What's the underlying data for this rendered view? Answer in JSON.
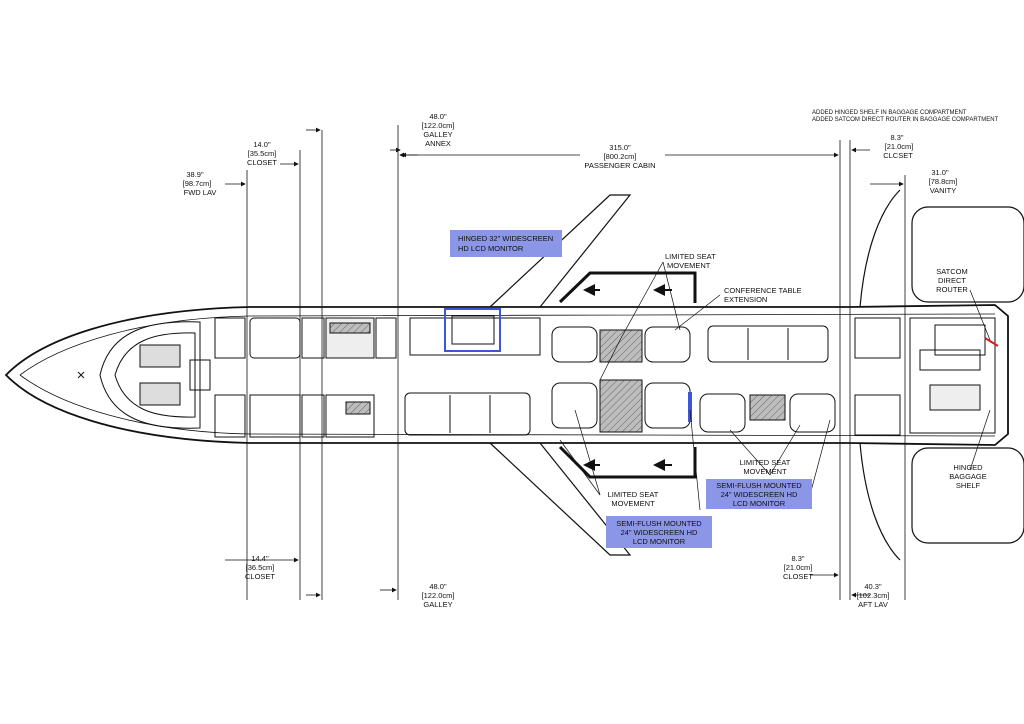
{
  "notes": {
    "line1": "ADDED HINGED SHELF IN BAGGAGE COMPARTMENT",
    "line2": "ADDED SATCOM DIRECT ROUTER IN BAGGAGE COMPARTMENT"
  },
  "dims_top": {
    "fwd_lav": {
      "v1": "38.9\"",
      "v2": "[98.7cm]",
      "v3": "FWD LAV"
    },
    "closet_fwd": {
      "v1": "14.0\"",
      "v2": "[35.5cm]",
      "v3": "CLOSET"
    },
    "galley_annex": {
      "v1": "48.0\"",
      "v2": "[122.0cm]",
      "v3": "GALLEY",
      "v4": "ANNEX"
    },
    "passenger_cabin": {
      "v1": "315.0\"",
      "v2": "[800.2cm]",
      "v3": "PASSENGER CABIN"
    },
    "closet_aft": {
      "v1": "8.3\"",
      "v2": "[21.0cm]",
      "v3": "CLCSET"
    },
    "vanity": {
      "v1": "31.0\"",
      "v2": "[78.8cm]",
      "v3": "VANITY"
    }
  },
  "dims_bottom": {
    "closet_fwd": {
      "v1": "14.4\"",
      "v2": "[36.5cm]",
      "v3": "CLOSET"
    },
    "galley": {
      "v1": "48.0\"",
      "v2": "[122.0cm]",
      "v3": "GALLEY"
    },
    "closet_aft": {
      "v1": "8.3\"",
      "v2": "[21.0cm]",
      "v3": "CLOSET"
    },
    "aft_lav": {
      "v1": "40.3\"",
      "v2": "[102.3cm]",
      "v3": "AFT LAV"
    }
  },
  "callouts": {
    "monitor32": {
      "l1": "HINGED 32\" WIDESCREEN",
      "l2": "HD LCD MONITOR"
    },
    "limited_top": {
      "l1": "LIMITED SEAT",
      "l2": "MOVEMENT"
    },
    "conference": {
      "l1": "CONFERENCE TABLE",
      "l2": "EXTENSION"
    },
    "satcom": {
      "l1": "SATCOM",
      "l2": "DIRECT",
      "l3": "ROUTER"
    },
    "limited_mid": {
      "l1": "LIMITED SEAT",
      "l2": "MOVEMENT"
    },
    "semiflush_right": {
      "l1": "SEMI-FLUSH MOUNTED",
      "l2": "24\" WIDESCREEN HD",
      "l3": "LCD MONITOR"
    },
    "limited_bottom": {
      "l1": "LIMITED SEAT",
      "l2": "MOVEMENT"
    },
    "semiflush_left": {
      "l1": "SEMI-FLUSH MOUNTED",
      "l2": "24\" WIDESCREEN HD",
      "l3": "LCD MONITOR"
    },
    "hinged_shelf": {
      "l1": "HINGED",
      "l2": "BAGGAGE",
      "l3": "SHELF"
    }
  },
  "colors": {
    "highlight": "#8c96e6",
    "monitor_box": "#3f55d8",
    "line": "#111111",
    "accent_red": "#d41f1f"
  }
}
